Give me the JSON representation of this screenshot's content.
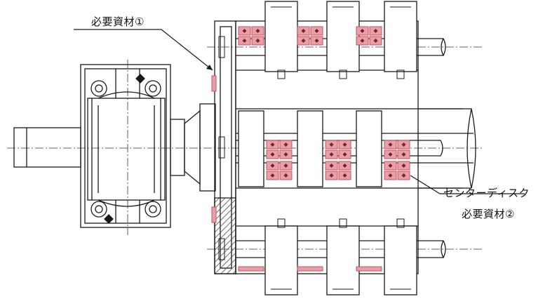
{
  "labels": {
    "material_1": "必要資材①",
    "center_disk": "センターディスク",
    "material_2": "必要資材②"
  },
  "colors": {
    "line": "#1a1a1a",
    "highlight_fill": "#e8a0a8",
    "highlight_stroke": "#c85060",
    "hatch": "#555555"
  }
}
